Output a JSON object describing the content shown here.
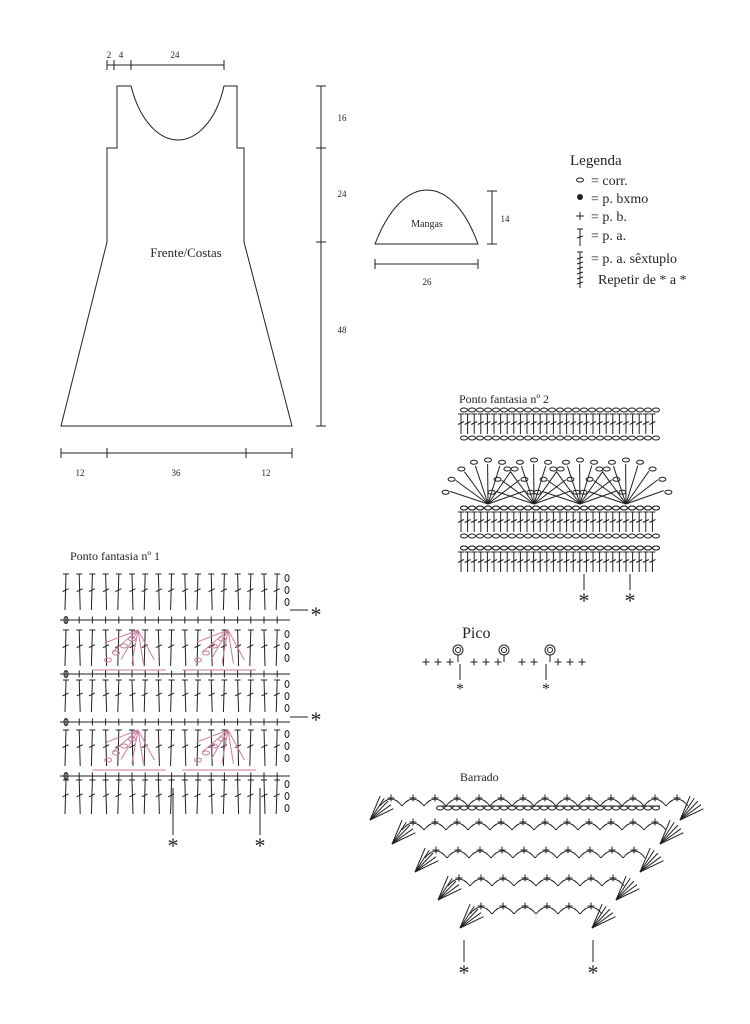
{
  "pattern": {
    "dimensions": {
      "top_strap": "2",
      "top_gap": "4",
      "top_neck": "24",
      "right_upper": "16",
      "right_middle": "24",
      "right_lower": "48",
      "bottom_left": "12",
      "bottom_center": "36",
      "bottom_right": "12"
    },
    "body_label": "Frente/Costas",
    "sleeve": {
      "label": "Mangas",
      "height": "14",
      "width": "26"
    }
  },
  "legend": {
    "title": "Legenda",
    "items": [
      {
        "symbol": "chain-oval-icon",
        "text": "= corr."
      },
      {
        "symbol": "filled-dot-icon",
        "text": "= p. bxmo"
      },
      {
        "symbol": "plus-stitch-icon",
        "text": "= p. b."
      },
      {
        "symbol": "double-crochet-icon",
        "text": "= p. a."
      },
      {
        "symbol": "sextuple-crochet-icon",
        "text": "= p. a. sêxtuplo"
      }
    ],
    "repeat_note": "Repetir de * a *"
  },
  "charts": {
    "fancy1_title": "Ponto fantasia nº 1",
    "fancy2_title": "Ponto fantasia nº 2",
    "pico_title": "Pico",
    "barrado_title": "Barrado",
    "repeat_mark": "*"
  },
  "colors": {
    "ink": "#231f20",
    "pink_accent": "#c87e9f"
  }
}
